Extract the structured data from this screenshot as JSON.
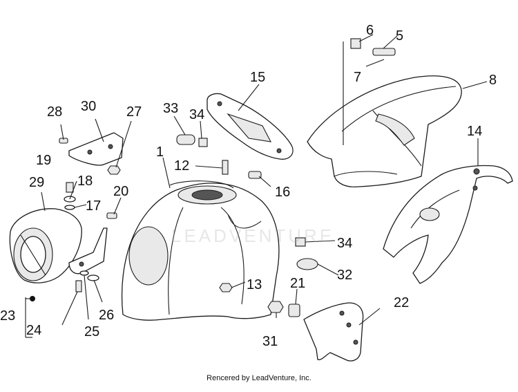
{
  "diagram": {
    "callouts": [
      "1",
      "5",
      "6",
      "7",
      "8",
      "12",
      "13",
      "14",
      "15",
      "16",
      "17",
      "18",
      "19",
      "20",
      "21",
      "22",
      "23",
      "24",
      "25",
      "26",
      "27",
      "28",
      "29",
      "30",
      "31",
      "32",
      "33",
      "34",
      "34"
    ],
    "watermark": "LEADVENTURE",
    "footer": "Rencered by LeadVenture, Inc."
  },
  "colors": {
    "ink": "#1a1a1a",
    "background": "#ffffff"
  }
}
